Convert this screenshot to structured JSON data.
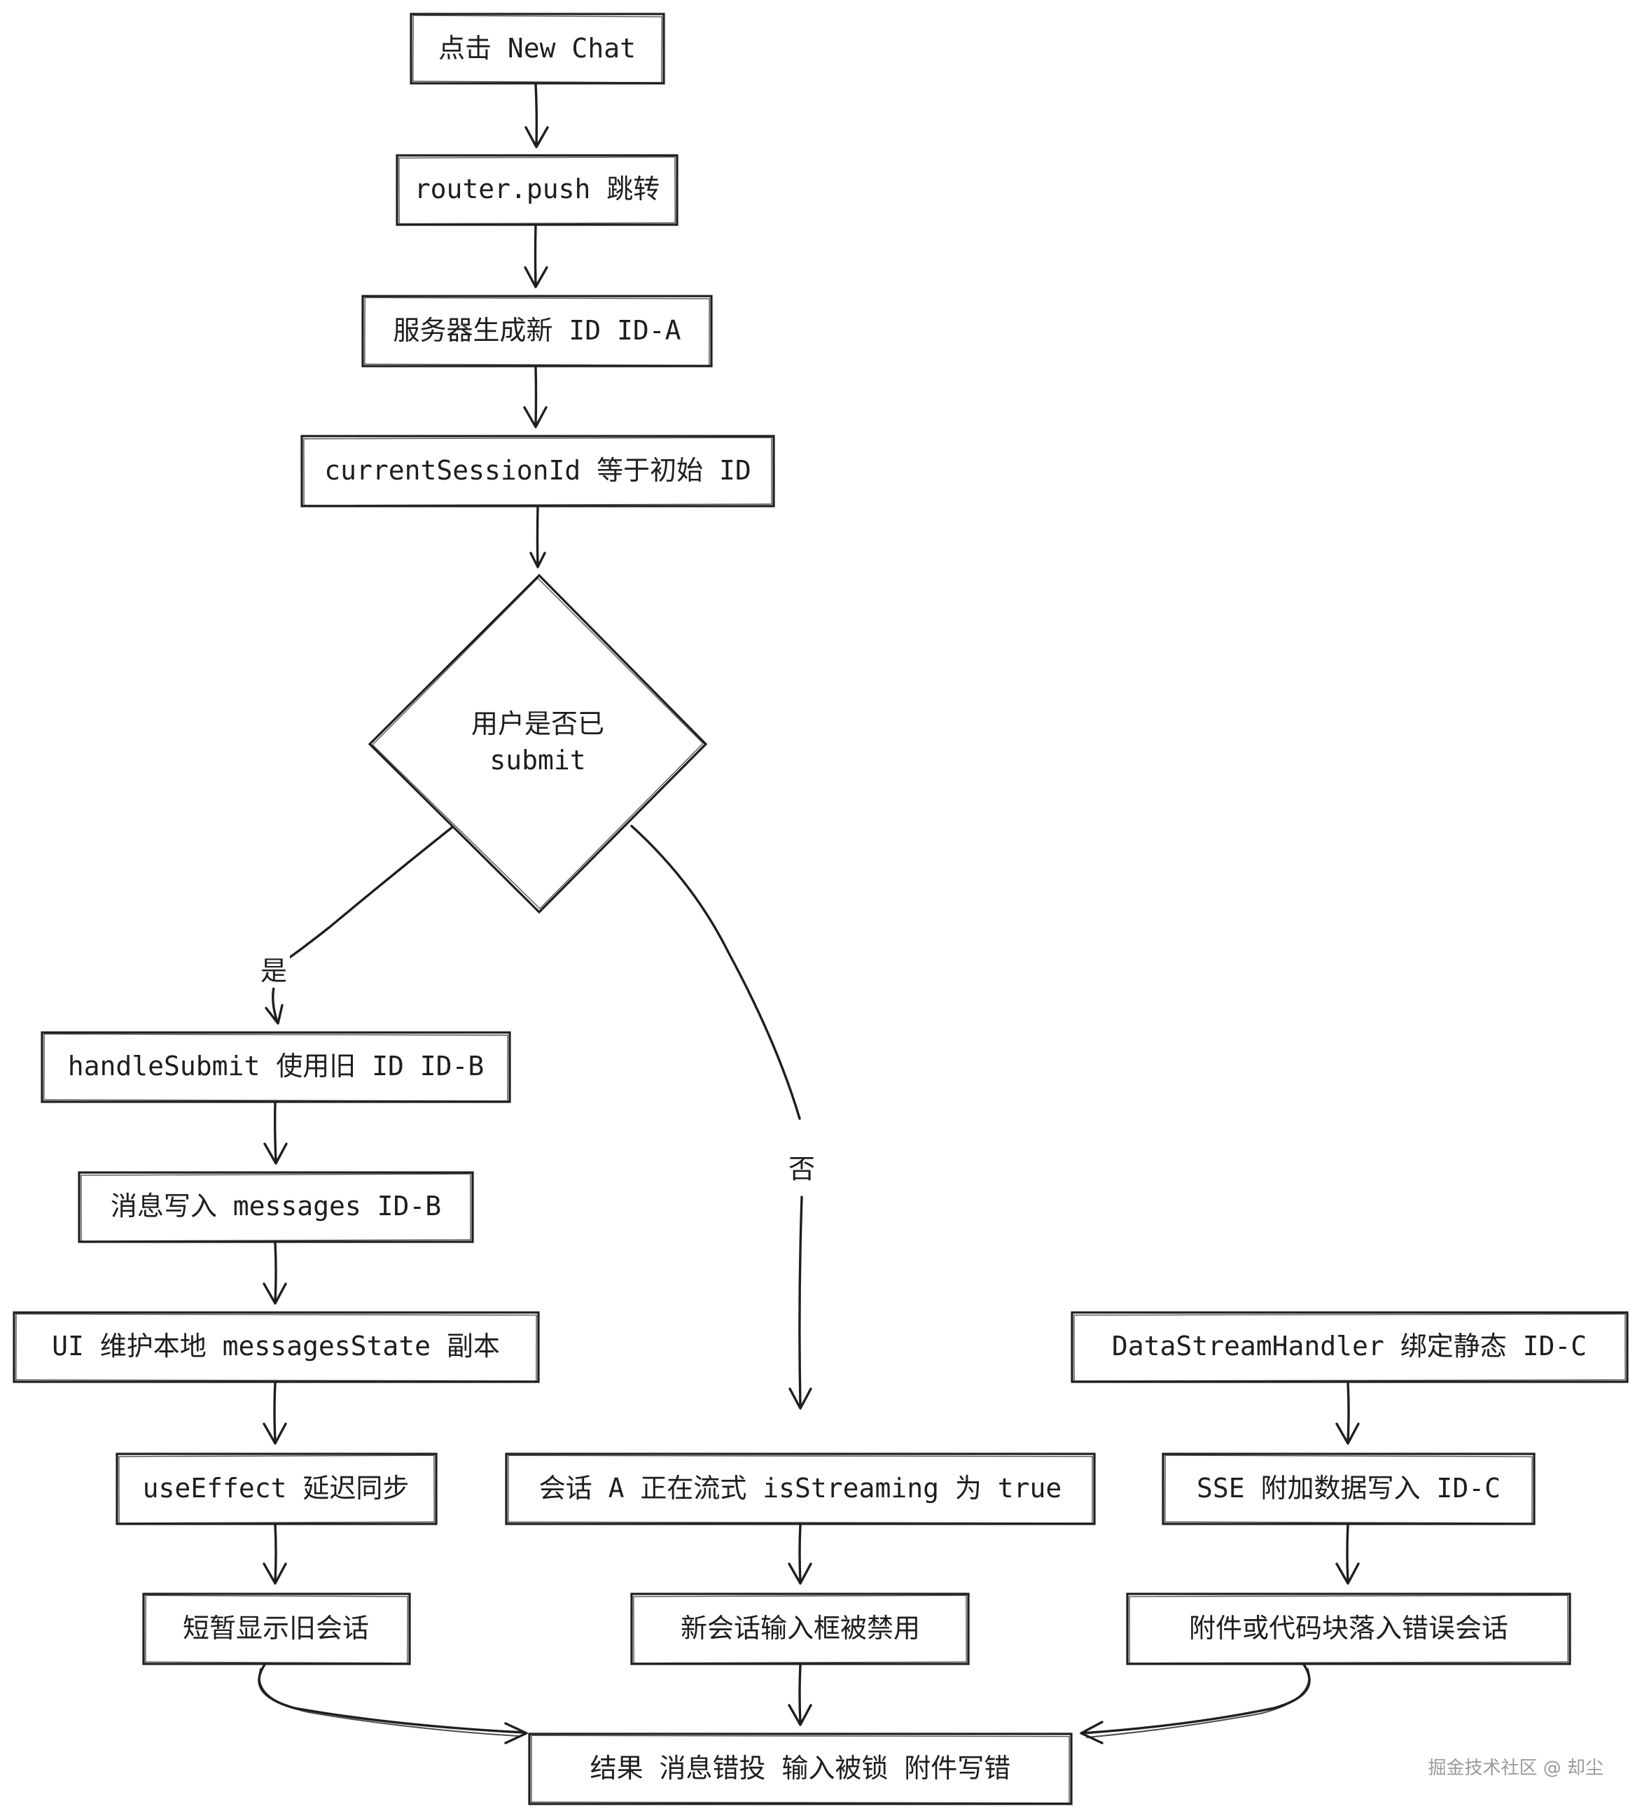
{
  "diagram": {
    "nodes": [
      {
        "id": "n_newchat",
        "label": "点击 New Chat"
      },
      {
        "id": "n_router",
        "label": "router.push 跳转"
      },
      {
        "id": "n_server",
        "label": "服务器生成新 ID ID-A"
      },
      {
        "id": "n_current",
        "label": "currentSessionId 等于初始 ID"
      },
      {
        "id": "n_decision",
        "label_line1": "用户是否已",
        "label_line2": "submit"
      },
      {
        "id": "n_handle",
        "label": "handleSubmit 使用旧 ID ID-B"
      },
      {
        "id": "n_msgwrite",
        "label": "消息写入 messages ID-B"
      },
      {
        "id": "n_ui",
        "label": "UI 维护本地 messagesState 副本"
      },
      {
        "id": "n_effect",
        "label": "useEffect 延迟同步"
      },
      {
        "id": "n_show",
        "label": "短暂显示旧会话"
      },
      {
        "id": "n_streaming",
        "label": "会话 A 正在流式 isStreaming 为 true"
      },
      {
        "id": "n_disabled",
        "label": "新会话输入框被禁用"
      },
      {
        "id": "n_dsh",
        "label": "DataStreamHandler 绑定静态 ID-C"
      },
      {
        "id": "n_sse",
        "label": "SSE 附加数据写入 ID-C"
      },
      {
        "id": "n_attach",
        "label": "附件或代码块落入错误会话"
      },
      {
        "id": "n_result",
        "label": "结果 消息错投 输入被锁 附件写错"
      }
    ],
    "edges": [
      {
        "from": "n_newchat",
        "to": "n_router"
      },
      {
        "from": "n_router",
        "to": "n_server"
      },
      {
        "from": "n_server",
        "to": "n_current"
      },
      {
        "from": "n_current",
        "to": "n_decision"
      },
      {
        "from": "n_decision",
        "to": "n_handle",
        "label": "是"
      },
      {
        "from": "n_decision",
        "to": "n_streaming",
        "label": "否"
      },
      {
        "from": "n_handle",
        "to": "n_msgwrite"
      },
      {
        "from": "n_msgwrite",
        "to": "n_ui"
      },
      {
        "from": "n_ui",
        "to": "n_effect"
      },
      {
        "from": "n_effect",
        "to": "n_show"
      },
      {
        "from": "n_streaming",
        "to": "n_disabled"
      },
      {
        "from": "n_dsh",
        "to": "n_sse"
      },
      {
        "from": "n_sse",
        "to": "n_attach"
      },
      {
        "from": "n_show",
        "to": "n_result"
      },
      {
        "from": "n_disabled",
        "to": "n_result"
      },
      {
        "from": "n_attach",
        "to": "n_result"
      }
    ]
  },
  "watermark": "掘金技术社区 @ 却尘"
}
